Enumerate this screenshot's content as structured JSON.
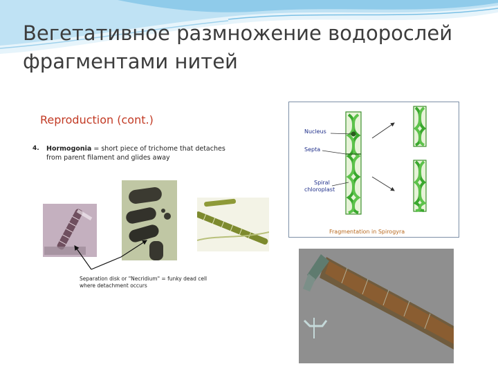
{
  "slide": {
    "title_line1": "Вегетативное размножение водорослей",
    "title_line2": "фрагментами нитей"
  },
  "reproduction_figure": {
    "heading": "Reproduction (cont.)",
    "item_number": "4.",
    "term": "Hormogonia",
    "line1_rest": " = short piece of trichome that detaches",
    "line2": "from parent filament and glides away",
    "caption_line1": "Separation disk or \"Necridium\" = funky dead cell",
    "caption_line2": "where detachment occurs"
  },
  "spirogyra_figure": {
    "label_nucleus": "Nucleus",
    "label_septa": "Septa",
    "label_spiral": "Spiral",
    "label_chloroplast": "chloroplast",
    "caption": "Fragmentation in Spirogyra"
  },
  "colors": {
    "banner_light": "#cfe9f7",
    "banner_dark": "#5fb0dc",
    "heading_red": "#c23a24",
    "label_blue": "#1e2e8a",
    "caption_orange": "#b7681e",
    "spirogyra_green": "#4caf3a"
  }
}
